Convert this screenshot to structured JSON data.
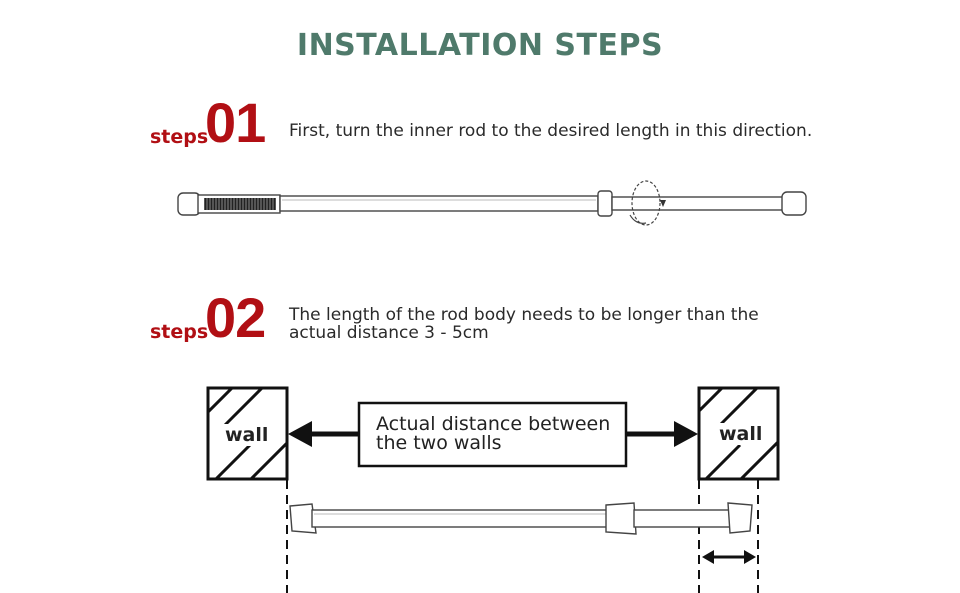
{
  "title": "INSTALLATION STEPS",
  "step1": {
    "word": "steps",
    "number": "01",
    "text": "First, turn the inner rod to the desired length in this direction."
  },
  "step2": {
    "word": "steps",
    "number": "02",
    "text_line1": "The length of the rod body needs to be longer than the",
    "text_line2": "actual distance 3 - 5cm"
  },
  "diagram": {
    "box_line1": "Actual distance between",
    "box_line2": "the two walls",
    "wall_left": "wall",
    "wall_right": "wall"
  },
  "colors": {
    "title": "#4f7a6b",
    "accent": "#b10f14",
    "ink": "#222222"
  }
}
